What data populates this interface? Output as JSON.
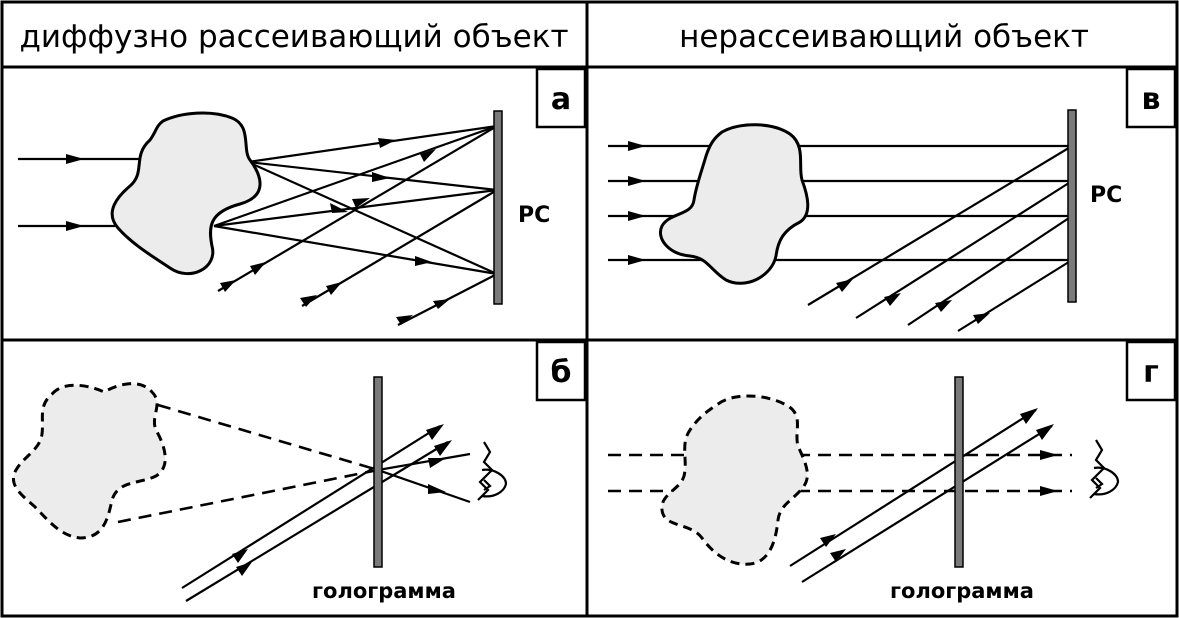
{
  "header": {
    "left": "диффузно рассеивающий объект",
    "right": "нерассеивающий объект"
  },
  "panels": {
    "a": {
      "label": "а",
      "plate_label": "РС"
    },
    "v": {
      "label": "в",
      "plate_label": "РС"
    },
    "b": {
      "label": "б",
      "caption": "голограмма"
    },
    "g": {
      "label": "г",
      "caption": "голограмма"
    }
  }
}
